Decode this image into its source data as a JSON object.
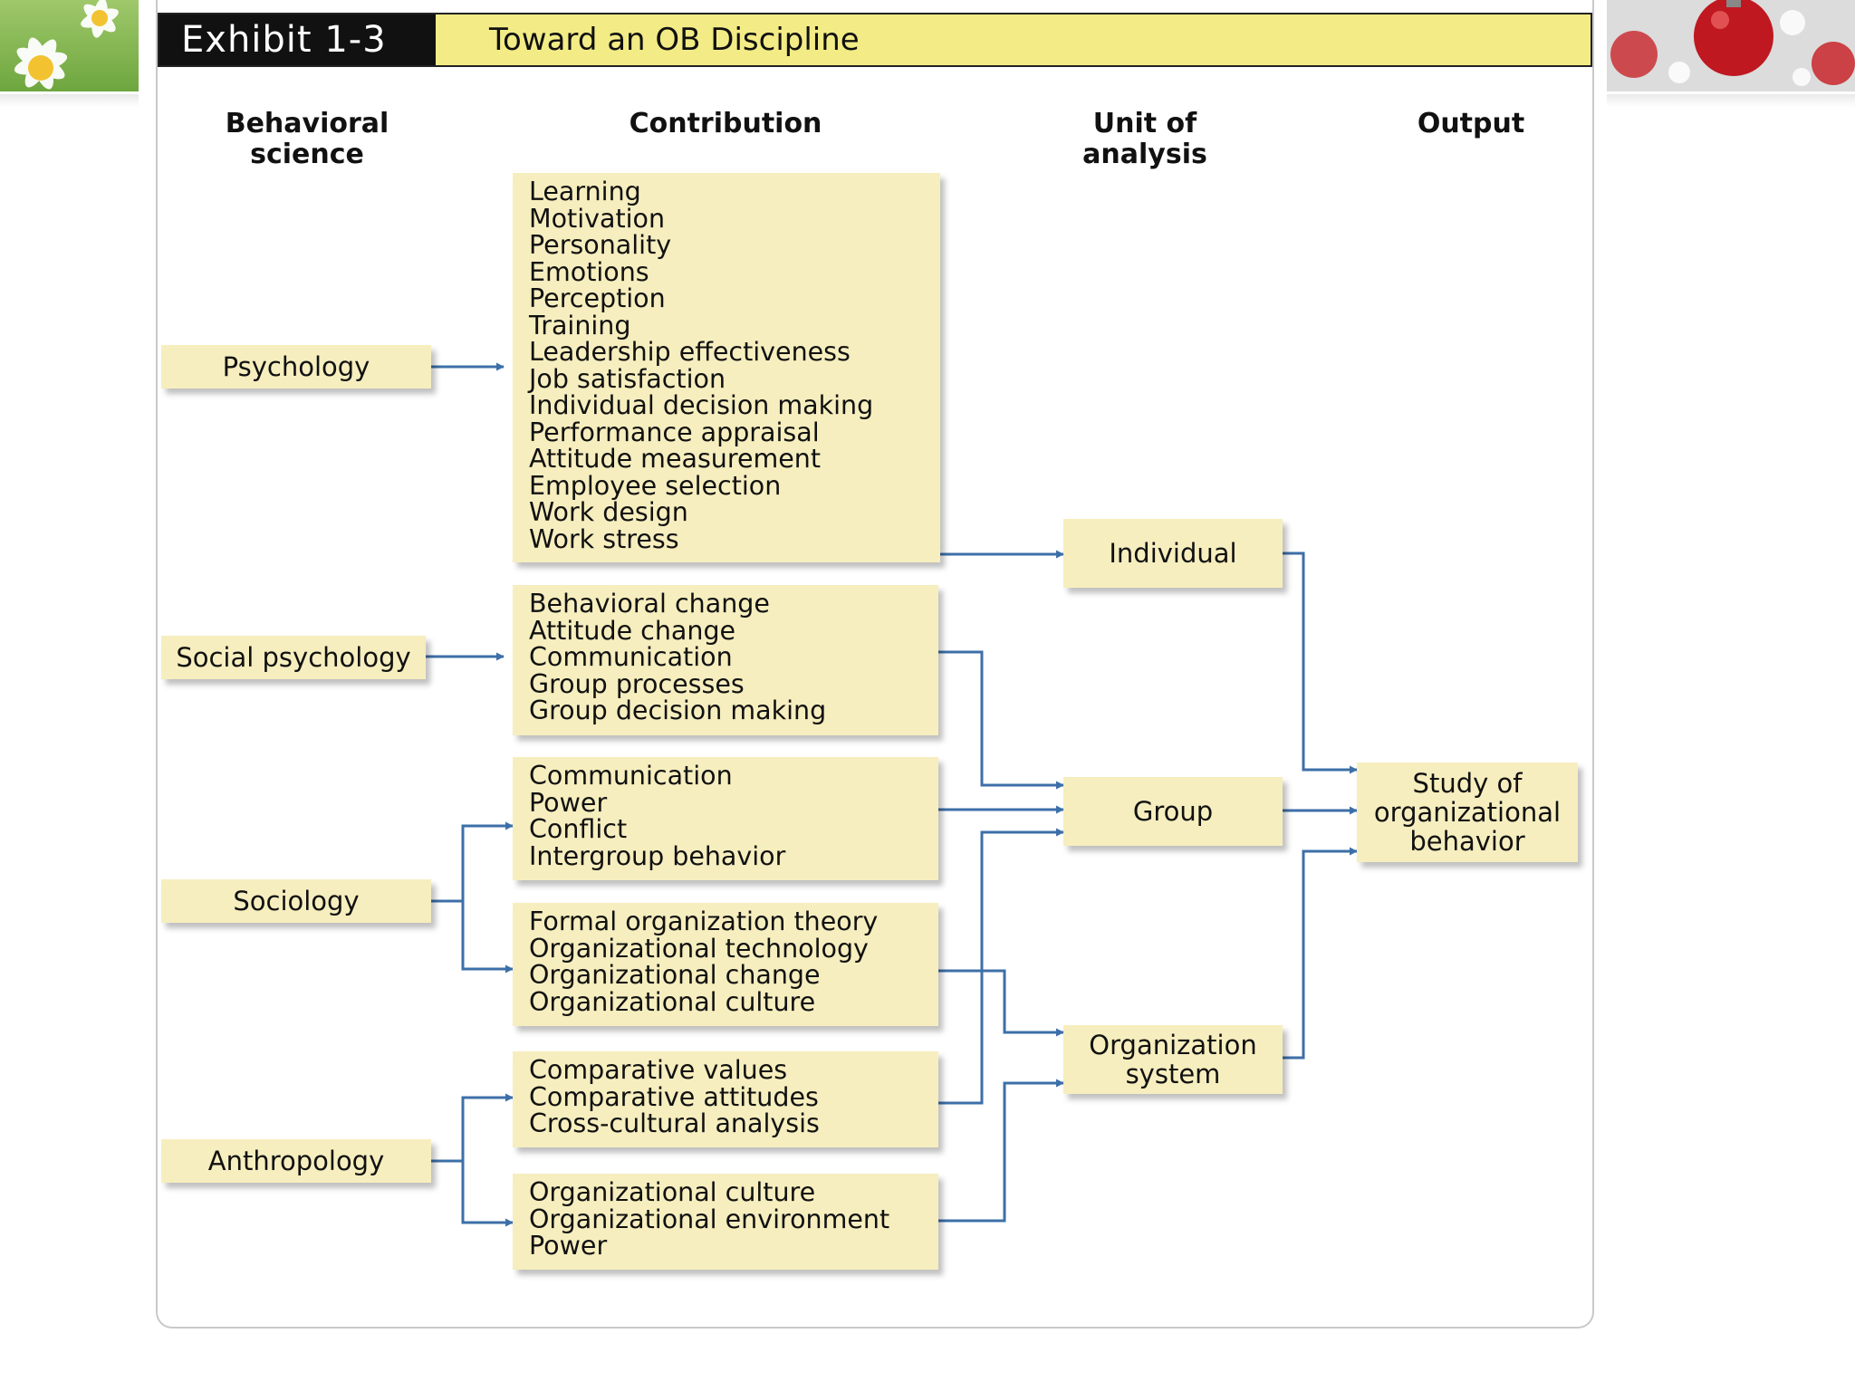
{
  "header": {
    "exhibit_label": "Exhibit 1-3",
    "title": "Toward an OB Discipline"
  },
  "columns": {
    "behavioral_science": "Behavioral science",
    "contribution": "Contribution",
    "unit_of_analysis": "Unit of analysis",
    "output": "Output"
  },
  "sciences": [
    "Psychology",
    "Social psychology",
    "Sociology",
    "Anthropology"
  ],
  "contributions": {
    "psychology": [
      "Learning",
      "Motivation",
      "Personality",
      "Emotions",
      "Perception",
      "Training",
      "Leadership effectiveness",
      "Job satisfaction",
      "Individual decision making",
      "Performance appraisal",
      "Attitude measurement",
      "Employee selection",
      "Work design",
      "Work stress"
    ],
    "social_psychology": [
      "Behavioral change",
      "Attitude change",
      "Communication",
      "Group processes",
      "Group decision making"
    ],
    "sociology_group": [
      "Communication",
      "Power",
      "Conflict",
      "Intergroup behavior"
    ],
    "sociology_org": [
      "Formal organization theory",
      "Organizational technology",
      "Organizational change",
      "Organizational culture"
    ],
    "anthropology_group": [
      "Comparative values",
      "Comparative attitudes",
      "Cross-cultural analysis"
    ],
    "anthropology_org": [
      "Organizational culture",
      "Organizational environment",
      "Power"
    ]
  },
  "units": [
    "Individual",
    "Group",
    "Organization system"
  ],
  "output": "Study of organizational behavior",
  "colors": {
    "box_fill": "#f6eebe",
    "title_fill": "#f3ec86",
    "arrow": "#3d6fa8",
    "label_fill": "#111111"
  }
}
